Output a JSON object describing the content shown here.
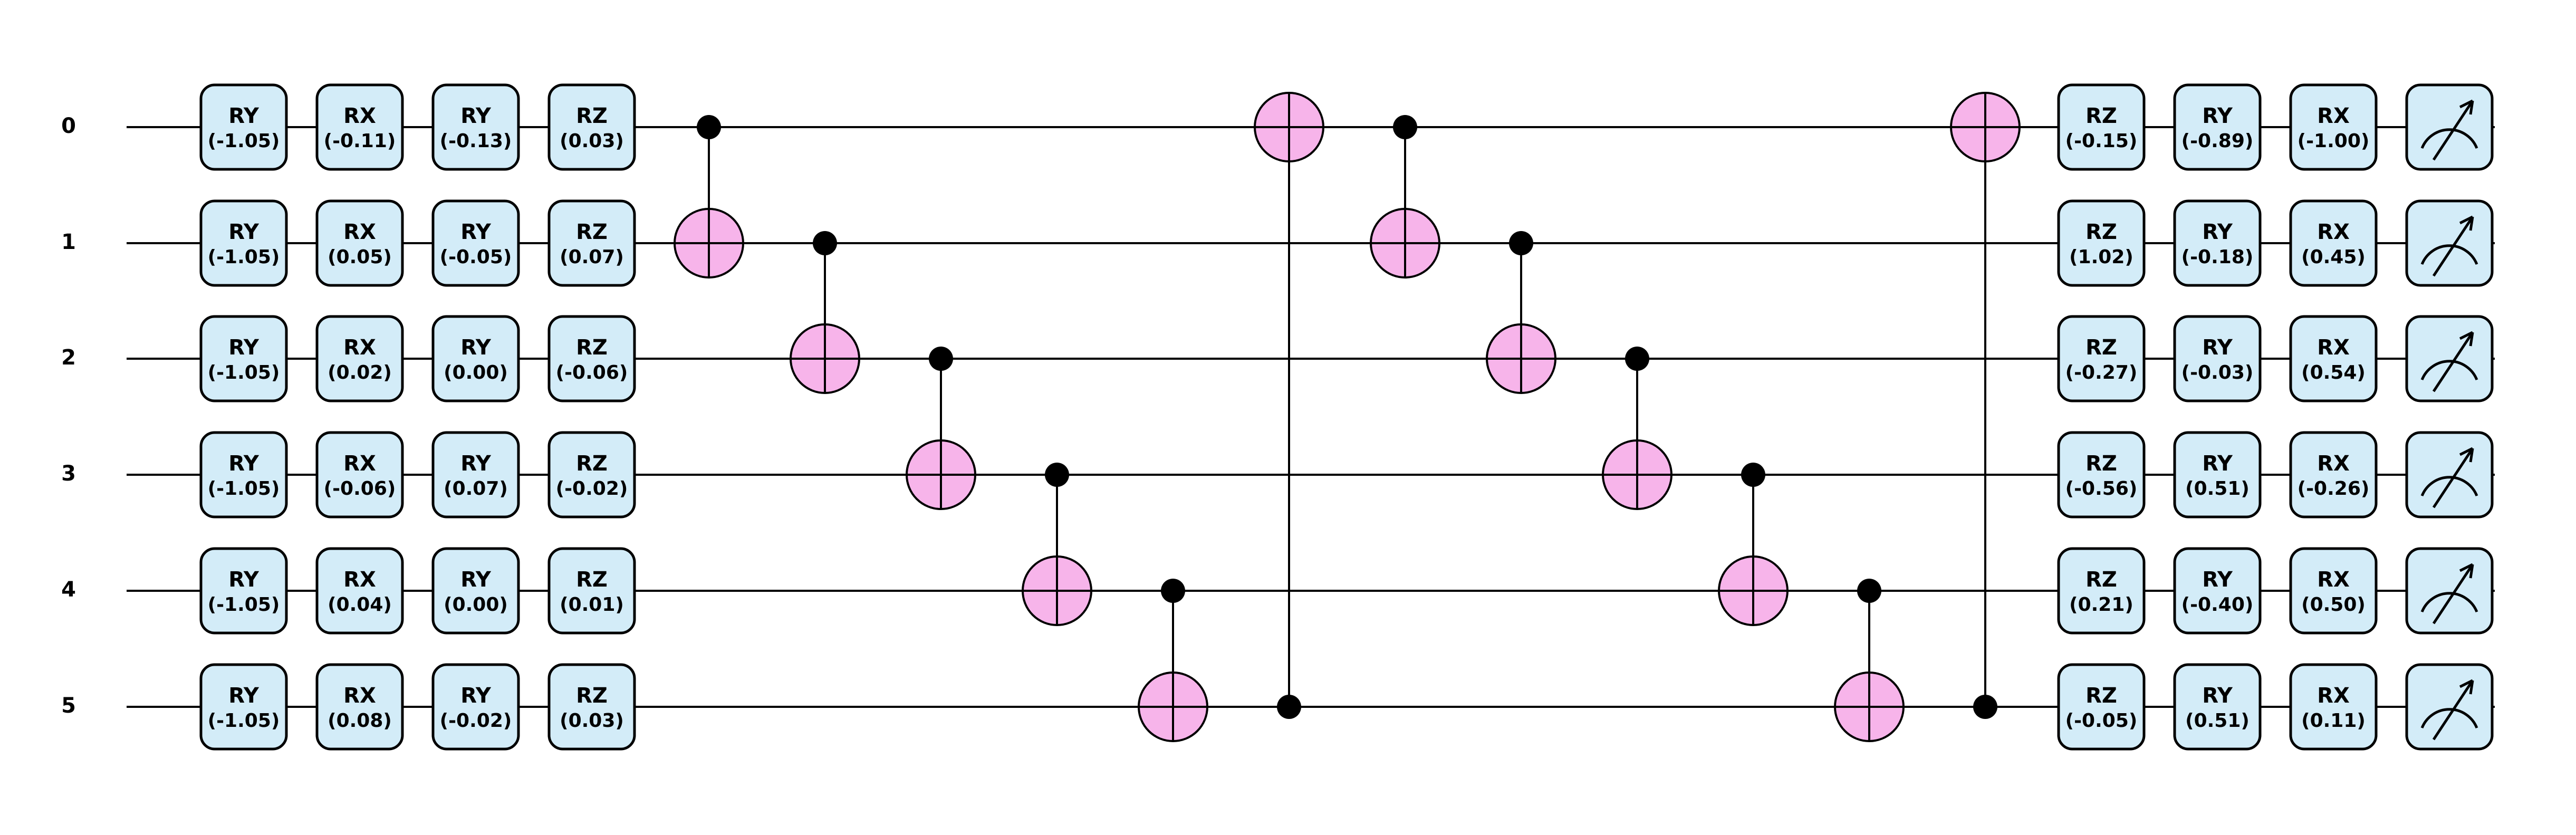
{
  "qubits": [
    "0",
    "1",
    "2",
    "3",
    "4",
    "5"
  ],
  "gate_layers": [
    {
      "name": "RY",
      "params": [
        "(-1.05)",
        "(-1.05)",
        "(-1.05)",
        "(-1.05)",
        "(-1.05)",
        "(-1.05)"
      ]
    },
    {
      "name": "RX",
      "params": [
        "(-0.11)",
        "(0.05)",
        "(0.02)",
        "(-0.06)",
        "(0.04)",
        "(0.08)"
      ]
    },
    {
      "name": "RY",
      "params": [
        "(-0.13)",
        "(-0.05)",
        "(0.00)",
        "(0.07)",
        "(0.00)",
        "(-0.02)"
      ]
    },
    {
      "name": "RZ",
      "params": [
        "(0.03)",
        "(0.07)",
        "(-0.06)",
        "(-0.02)",
        "(0.01)",
        "(0.03)"
      ]
    }
  ],
  "cnots_first_block": [
    {
      "control": 0,
      "target": 1
    },
    {
      "control": 1,
      "target": 2
    },
    {
      "control": 2,
      "target": 3
    },
    {
      "control": 3,
      "target": 4
    },
    {
      "control": 4,
      "target": 5
    },
    {
      "control": 5,
      "target": 0
    }
  ],
  "cnots_second_block": [
    {
      "control": 0,
      "target": 1
    },
    {
      "control": 1,
      "target": 2
    },
    {
      "control": 2,
      "target": 3
    },
    {
      "control": 3,
      "target": 4
    },
    {
      "control": 4,
      "target": 5
    },
    {
      "control": 5,
      "target": 0
    }
  ],
  "final_layers": [
    {
      "name": "RZ",
      "params": [
        "(-0.15)",
        "(1.02)",
        "(-0.27)",
        "(-0.56)",
        "(0.21)",
        "(-0.05)"
      ]
    },
    {
      "name": "RY",
      "params": [
        "(-0.89)",
        "(-0.18)",
        "(-0.03)",
        "(0.51)",
        "(-0.40)",
        "(0.51)"
      ]
    },
    {
      "name": "RX",
      "params": [
        "(-1.00)",
        "(0.45)",
        "(0.54)",
        "(-0.26)",
        "(0.50)",
        "(0.11)"
      ]
    }
  ],
  "measure": true,
  "colors": {
    "single_gate_fill": "#d3ecf8",
    "cnot_target_fill": "#f7b4ea",
    "wire": "#000000"
  }
}
